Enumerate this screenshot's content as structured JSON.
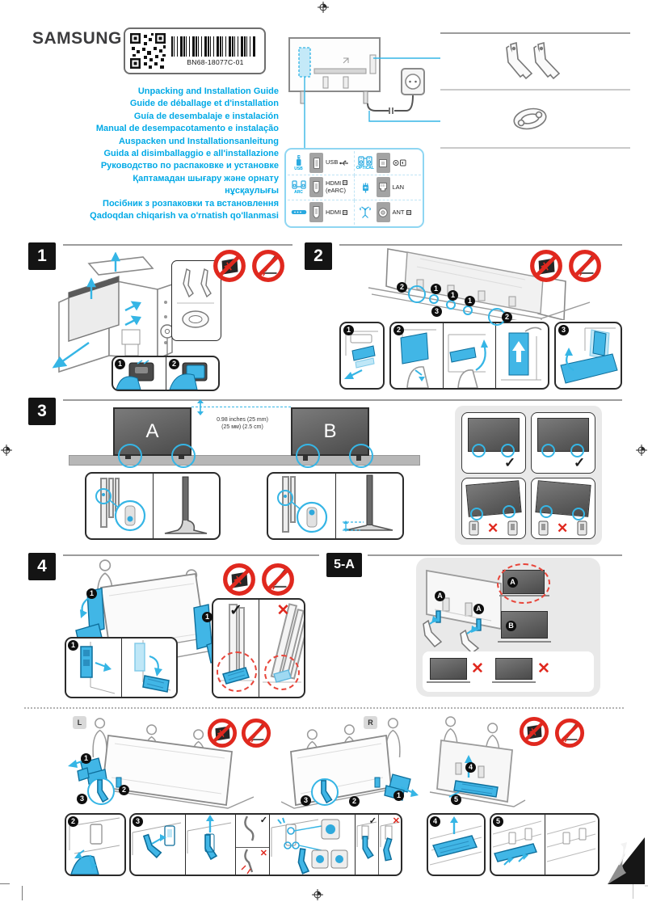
{
  "brand": "SAMSUNG",
  "part_number": "BN68-18077C-01",
  "titles": [
    "Unpacking and Installation Guide",
    "Guide de déballage et d'installation",
    "Guía de desembalaje e instalación",
    "Manual de desempacotamento e instalação",
    "Auspacken und Installationsanleitung",
    "Guida al disimballaggio e all'installazione",
    "Руководство по распаковке и установке",
    "Қаптамадан шығару және орнату нұсқаулығы",
    "Посібник з розпаковки та встановлення",
    "Qadoqdan chiqarish va o'rnatish qo'llanmasi"
  ],
  "connectors": {
    "usb_caption": "USB",
    "usb_label": "USB",
    "arc_caption": "ARC",
    "hdmi_earc_label": "HDMI",
    "hdmi_earc_sub": "(eARC)",
    "hdmi_label": "HDMI",
    "optical_caption": "OPTICAL",
    "lan_label": "LAN",
    "ant_label": "ANT"
  },
  "sections": {
    "one": "1",
    "two": "2",
    "three": "3",
    "four": "4",
    "five_a": "5-A"
  },
  "step3": {
    "tv_a": "A",
    "tv_b": "B",
    "measure_line1": "0.98 inches (25 mm)",
    "measure_line2": "(25 мм) (2.5 cm)"
  },
  "bottom": {
    "left_badge": "L",
    "right_badge": "R"
  },
  "steps": {
    "n1": "1",
    "n2": "2",
    "n3": "3",
    "n4": "4",
    "n5": "5"
  },
  "marks": {
    "check": "✓",
    "cross": "✕"
  },
  "colors": {
    "accent": "#00a9e6",
    "blue_fill": "#41b6e6",
    "red": "#e0281e"
  }
}
